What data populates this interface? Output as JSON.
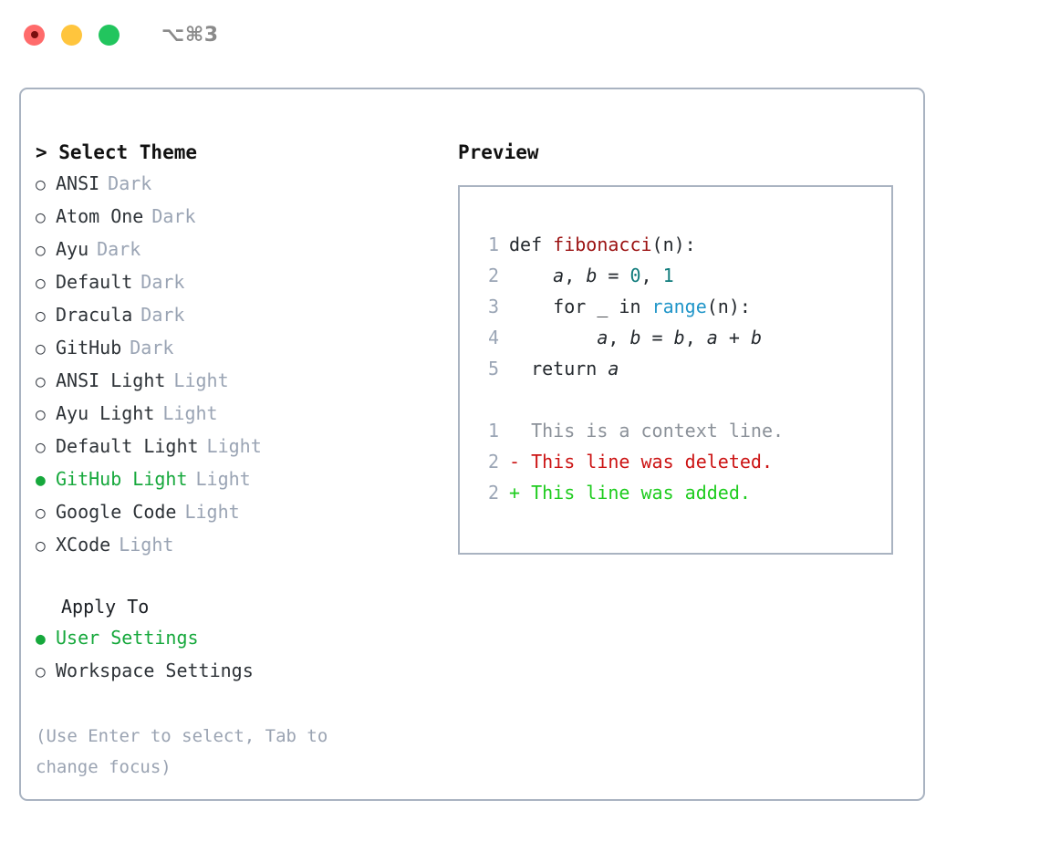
{
  "titlebar": {
    "shortcut": "⌥⌘3",
    "buttons": [
      "close",
      "minimize",
      "maximize"
    ]
  },
  "left": {
    "heading": "> Select Theme",
    "themes": [
      {
        "bullet": "○",
        "name": "ANSI",
        "tag": "Dark",
        "selected": false
      },
      {
        "bullet": "○",
        "name": "Atom One",
        "tag": "Dark",
        "selected": false
      },
      {
        "bullet": "○",
        "name": "Ayu",
        "tag": "Dark",
        "selected": false
      },
      {
        "bullet": "○",
        "name": "Default",
        "tag": "Dark",
        "selected": false
      },
      {
        "bullet": "○",
        "name": "Dracula",
        "tag": "Dark",
        "selected": false
      },
      {
        "bullet": "○",
        "name": "GitHub",
        "tag": "Dark",
        "selected": false
      },
      {
        "bullet": "○",
        "name": "ANSI Light",
        "tag": "Light",
        "selected": false
      },
      {
        "bullet": "○",
        "name": "Ayu Light",
        "tag": "Light",
        "selected": false
      },
      {
        "bullet": "○",
        "name": "Default Light",
        "tag": "Light",
        "selected": false
      },
      {
        "bullet": "●",
        "name": "GitHub Light",
        "tag": "Light",
        "selected": true
      },
      {
        "bullet": "○",
        "name": "Google Code",
        "tag": "Light",
        "selected": false
      },
      {
        "bullet": "○",
        "name": "XCode",
        "tag": "Light",
        "selected": false
      }
    ],
    "apply_to_heading": "Apply To",
    "apply_to": [
      {
        "bullet": "●",
        "name": "User Settings",
        "selected": true
      },
      {
        "bullet": "○",
        "name": "Workspace Settings",
        "selected": false
      }
    ],
    "hint": "(Use Enter to select, Tab to change focus)"
  },
  "right": {
    "heading": "Preview",
    "code": [
      {
        "no": "1",
        "segments": [
          {
            "text": "def ",
            "style": "plain"
          },
          {
            "text": "fibonacci",
            "style": "fn"
          },
          {
            "text": "(n):",
            "style": "plain"
          }
        ]
      },
      {
        "no": "2",
        "segments": [
          {
            "text": "    ",
            "style": "plain"
          },
          {
            "text": "a",
            "style": "var"
          },
          {
            "text": ", ",
            "style": "plain"
          },
          {
            "text": "b",
            "style": "var"
          },
          {
            "text": " = ",
            "style": "plain"
          },
          {
            "text": "0",
            "style": "num"
          },
          {
            "text": ", ",
            "style": "plain"
          },
          {
            "text": "1",
            "style": "num"
          }
        ]
      },
      {
        "no": "3",
        "segments": [
          {
            "text": "    for _ in ",
            "style": "plain"
          },
          {
            "text": "range",
            "style": "call"
          },
          {
            "text": "(n):",
            "style": "plain"
          }
        ]
      },
      {
        "no": "4",
        "segments": [
          {
            "text": "        ",
            "style": "plain"
          },
          {
            "text": "a",
            "style": "var"
          },
          {
            "text": ", ",
            "style": "plain"
          },
          {
            "text": "b",
            "style": "var"
          },
          {
            "text": " = ",
            "style": "plain"
          },
          {
            "text": "b",
            "style": "var"
          },
          {
            "text": ", ",
            "style": "plain"
          },
          {
            "text": "a",
            "style": "var"
          },
          {
            "text": " + ",
            "style": "plain"
          },
          {
            "text": "b",
            "style": "var"
          }
        ]
      },
      {
        "no": "5",
        "segments": [
          {
            "text": "  return ",
            "style": "plain"
          },
          {
            "text": "a",
            "style": "var"
          }
        ]
      }
    ],
    "diff": [
      {
        "no": "1",
        "marker": " ",
        "text": " This is a context line.",
        "kind": "ctx"
      },
      {
        "no": "2",
        "marker": "-",
        "text": " This line was deleted.",
        "kind": "del"
      },
      {
        "no": "2",
        "marker": "+",
        "text": " This line was added.",
        "kind": "add"
      }
    ]
  },
  "colors": {
    "accent_green": "#16a83c",
    "diff_add": "#1ecc1e",
    "diff_del": "#cc1414",
    "muted": "#9aa4b4",
    "border": "#a9b3c1",
    "fn_red": "#9b1212",
    "num_teal": "#107c7c",
    "call_blue": "#2196c9"
  }
}
